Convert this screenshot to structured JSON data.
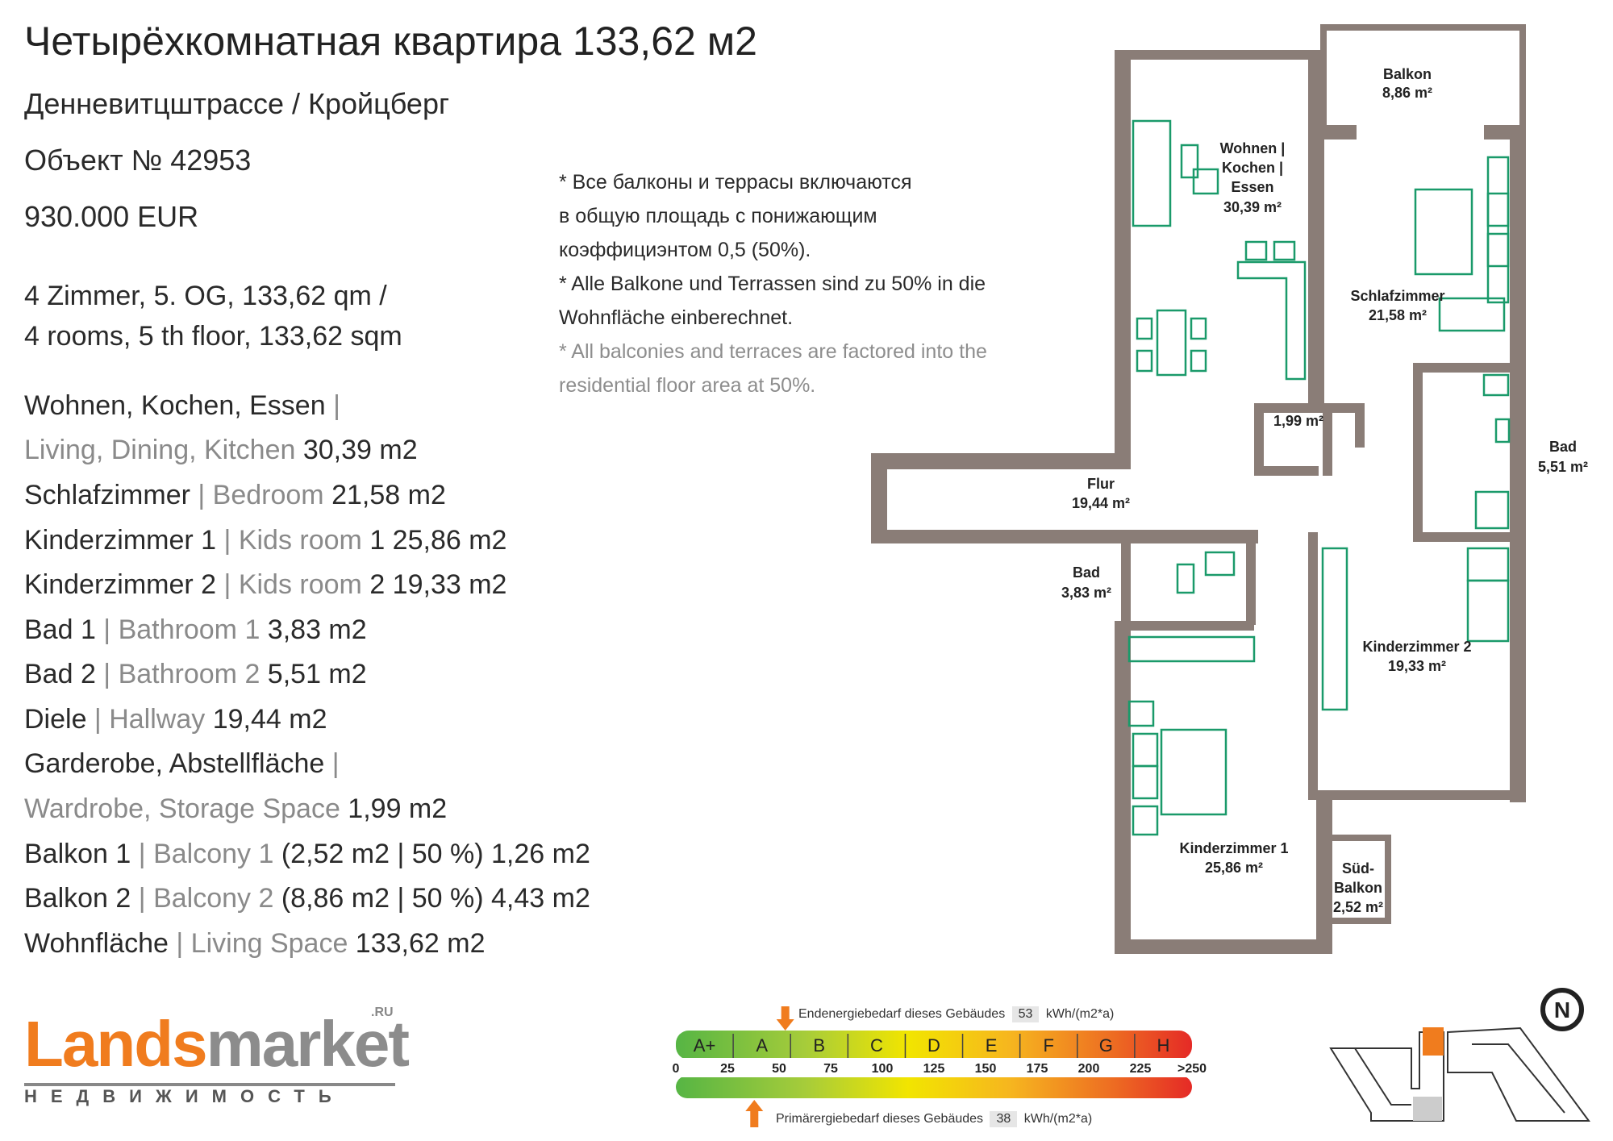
{
  "header": {
    "title": "Четырёхкомнатная квартира 133,62 м2",
    "address": "Денневитцштрассе / Кройцберг",
    "object_no": "Объект № 42953",
    "price": "930.000 EUR"
  },
  "summary": {
    "line1": "4 Zimmer, 5. OG, 133,62 qm  /",
    "line2": "4 rooms, 5 th floor, 133,62 sqm"
  },
  "rooms": [
    {
      "de": "Wohnen, Kochen, Essen",
      "sep": " |",
      "en": "",
      "value": ""
    },
    {
      "de": "",
      "sep": "",
      "en": "Living, Dining, Kitchen",
      "value": " 30,39 m2"
    },
    {
      "de": "Schlafzimmer",
      "sep": " | ",
      "en": "Bedroom",
      "value": " 21,58 m2"
    },
    {
      "de": "Kinderzimmer 1",
      "sep": " | ",
      "en": "Kids room",
      "value": " 1 25,86 m2"
    },
    {
      "de": "Kinderzimmer 2",
      "sep": " | ",
      "en": "Kids room",
      "value": " 2 19,33 m2"
    },
    {
      "de": "Bad 1",
      "sep": " | ",
      "en": "Bathroom 1",
      "value": " 3,83 m2"
    },
    {
      "de": "Bad 2",
      "sep": " | ",
      "en": "Bathroom 2",
      "value": " 5,51 m2"
    },
    {
      "de": "Diele",
      "sep": " | ",
      "en": "Hallway",
      "value": " 19,44 m2"
    },
    {
      "de": "Garderobe, Abstellfläche",
      "sep": " |",
      "en": "",
      "value": ""
    },
    {
      "de": "",
      "sep": "",
      "en": "Wardrobe, Storage Space",
      "value": " 1,99 m2"
    },
    {
      "de": "Balkon 1",
      "sep": " | ",
      "en": "Balcony 1",
      "value": " (2,52 m2 | 50 %) 1,26 m2"
    },
    {
      "de": "Balkon 2",
      "sep": " | ",
      "en": "Balcony 2",
      "value": " (8,86 m2 | 50 %) 4,43 m2"
    },
    {
      "de": "Wohnfläche",
      "sep": " | ",
      "en": "Living Space",
      "value": " 133,62 m2"
    }
  ],
  "notes": {
    "ru": [
      "* Все балконы и террасы включаются",
      "в общую площадь с понижающим",
      "коэффициэнтом 0,5 (50%)."
    ],
    "de": [
      "* Alle Balkone und Terrassen sind zu 50% in die",
      "Wohnfläche einberechnet."
    ],
    "en": [
      "* All balconies and terraces are factored into the",
      "residential floor area at 50%."
    ]
  },
  "plan": {
    "balkon": {
      "name": "Balkon",
      "area": "8,86 m²"
    },
    "wohnen": {
      "l1": "Wohnen |",
      "l2": "Kochen |",
      "l3": "Essen",
      "area": "30,39 m²"
    },
    "schlaf": {
      "name": "Schlafzimmer",
      "area": "21,58 m²"
    },
    "storage": {
      "area": "1,99 m²"
    },
    "bad2": {
      "name": "Bad",
      "area": "5,51 m²"
    },
    "flur": {
      "name": "Flur",
      "area": "19,44 m²"
    },
    "bad1": {
      "name": "Bad",
      "area": "3,83 m²"
    },
    "kinder2": {
      "name": "Kinderzimmer 2",
      "area": "19,33 m²"
    },
    "kinder1": {
      "name": "Kinderzimmer 1",
      "area": "25,86 m²"
    },
    "sued": {
      "l1": "Süd-",
      "l2": "Balkon",
      "area": "2,52 m²"
    }
  },
  "energy": {
    "top_label": "Endenergiebedarf dieses Gebäudes",
    "top_value": "53",
    "top_unit": "kWh/(m2*a)",
    "bottom_label": "Primärergiebedarf dieses Gebäudes",
    "bottom_value": "38",
    "bottom_unit": "kWh/(m2*a)",
    "top_reading": 53,
    "bottom_reading": 38,
    "classes": [
      "A+",
      "A",
      "B",
      "C",
      "D",
      "E",
      "F",
      "G",
      "H"
    ],
    "scale": [
      "0",
      "25",
      "50",
      "75",
      "100",
      "125",
      "150",
      "175",
      "200",
      "225",
      ">250"
    ],
    "accent": "#f07c1e"
  },
  "logo": {
    "brand_orange": "Lands",
    "brand_gray": "market",
    "ru": ".RU",
    "sub": "НЕДВИЖИМОСТЬ"
  },
  "compass": {
    "label": "N"
  },
  "colors": {
    "wall": "#8a7d77",
    "furniture": "#1a9a6a",
    "accent": "#f07c1e"
  }
}
